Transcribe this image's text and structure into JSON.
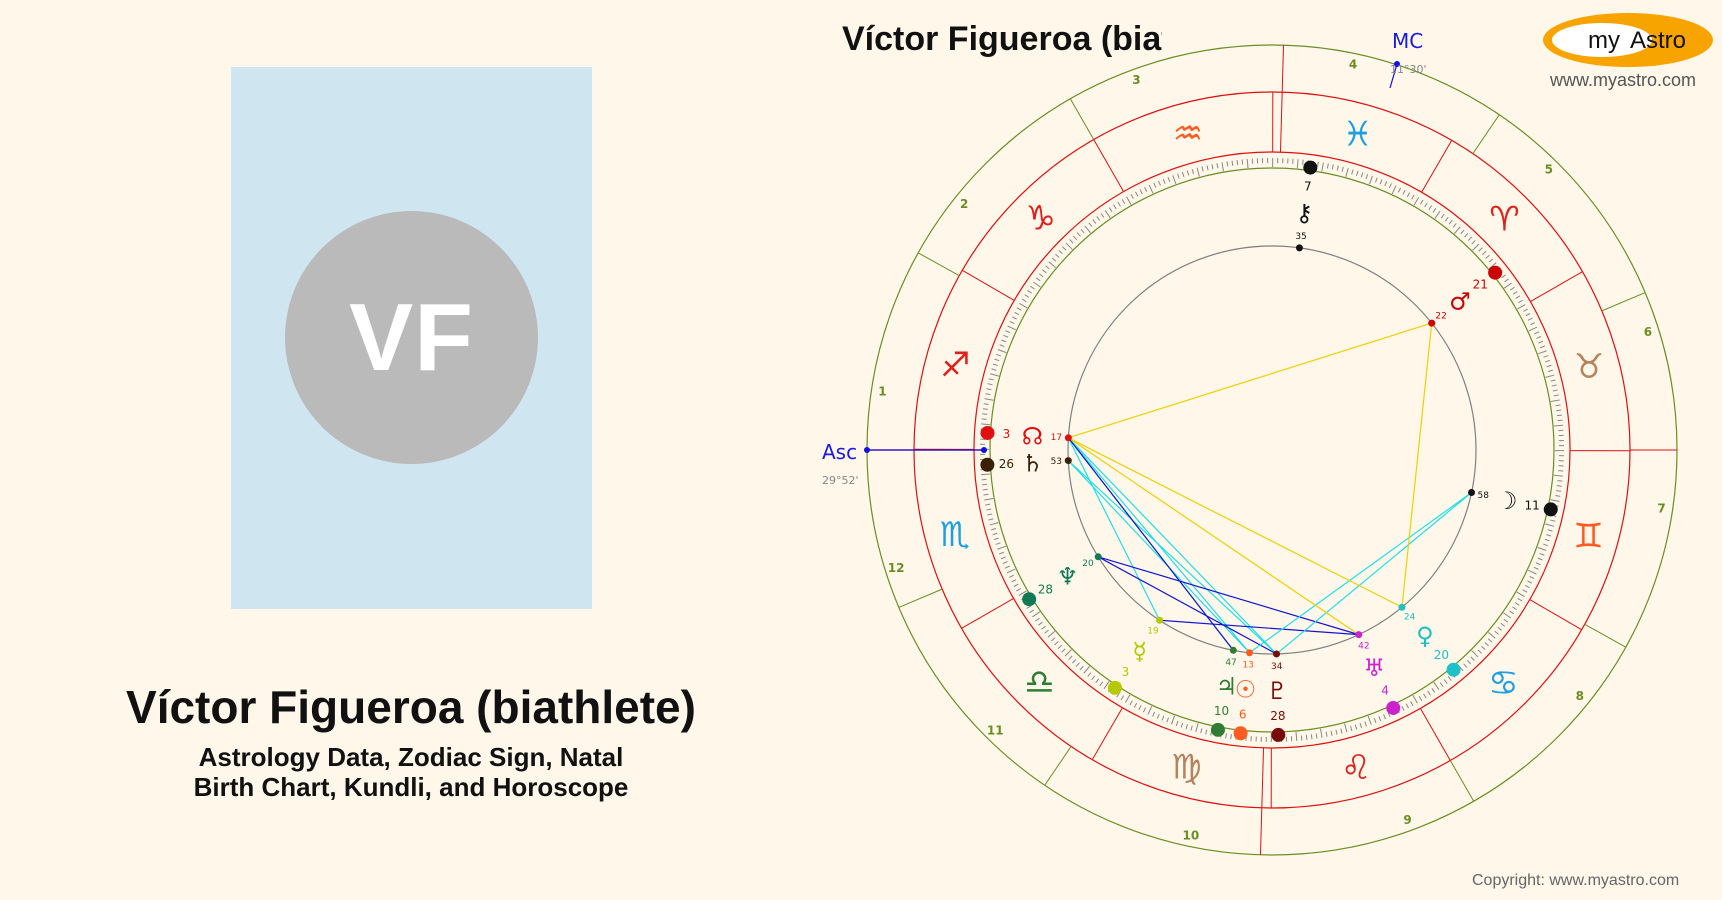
{
  "profile": {
    "initials": "VF",
    "name": "Víctor Figueroa (biathlete)",
    "subtitle_line1": "Astrology Data, Zodiac Sign, Natal",
    "subtitle_line2": "Birth Chart, Kundli, and Horoscope"
  },
  "chart": {
    "title": "Víctor Figueroa (biat",
    "asc_label": "Asc",
    "asc_degree": "29°52'",
    "mc_label": "MC",
    "mc_degree": "11°30'",
    "house_numbers": [
      "1",
      "2",
      "3",
      "4",
      "5",
      "6",
      "7",
      "8",
      "9",
      "10",
      "11",
      "12"
    ],
    "signs": [
      {
        "name": "leo",
        "glyph": "♌",
        "color": "#e0201b"
      },
      {
        "name": "virgo",
        "glyph": "♍",
        "color": "#b5835a"
      },
      {
        "name": "libra",
        "glyph": "♎",
        "color": "#2e7d32"
      },
      {
        "name": "scorpio",
        "glyph": "♏",
        "color": "#1e9fe0"
      },
      {
        "name": "sagittarius",
        "glyph": "♐",
        "color": "#e0201b"
      },
      {
        "name": "capricorn",
        "glyph": "♑",
        "color": "#e0201b"
      },
      {
        "name": "aquarius",
        "glyph": "♒",
        "color": "#ff5a1f"
      },
      {
        "name": "pisces",
        "glyph": "♓",
        "color": "#1e9fe0"
      },
      {
        "name": "aries",
        "glyph": "♈",
        "color": "#e0201b"
      },
      {
        "name": "taurus",
        "glyph": "♉",
        "color": "#b5835a"
      },
      {
        "name": "gemini",
        "glyph": "♊",
        "color": "#ff5a1f"
      },
      {
        "name": "cancer",
        "glyph": "♋",
        "color": "#1e9fe0"
      }
    ],
    "planets": [
      {
        "name": "jupiter",
        "glyph": "♃",
        "deg": "10",
        "min": "47",
        "color": "#2e7d32"
      },
      {
        "name": "sun",
        "glyph": "☉",
        "deg": "6",
        "min": "13",
        "color": "#ff5a1f"
      },
      {
        "name": "pluto",
        "glyph": "♇",
        "deg": "28",
        "min": "34",
        "color": "#7a0a0a"
      },
      {
        "name": "uranus",
        "glyph": "♅",
        "deg": "4",
        "min": "42",
        "color": "#cc22cc"
      },
      {
        "name": "venus",
        "glyph": "♀",
        "deg": "20",
        "min": "24",
        "color": "#20c0c8"
      },
      {
        "name": "mercury",
        "glyph": "☿",
        "deg": "3",
        "min": "19",
        "color": "#b5c800"
      },
      {
        "name": "neptune",
        "glyph": "♆",
        "deg": "28",
        "min": "20",
        "color": "#117a55"
      },
      {
        "name": "saturn",
        "glyph": "♄",
        "deg": "26",
        "min": "53",
        "color": "#3b2006"
      },
      {
        "name": "node",
        "glyph": "☊",
        "deg": "3",
        "min": "17",
        "color": "#e01010"
      },
      {
        "name": "moon",
        "glyph": "☽",
        "deg": "11",
        "min": "58",
        "color": "#111111"
      },
      {
        "name": "chiron",
        "glyph": "⚷",
        "deg": "7",
        "min": "35",
        "color": "#111111"
      },
      {
        "name": "mars",
        "glyph": "♂",
        "deg": "21",
        "min": "22",
        "color": "#cc0000"
      }
    ]
  },
  "branding": {
    "logo_my": "my",
    "logo_astro": "Astro",
    "site_url": "www.myastro.com",
    "copyright": "Copyright: www.myastro.com"
  }
}
